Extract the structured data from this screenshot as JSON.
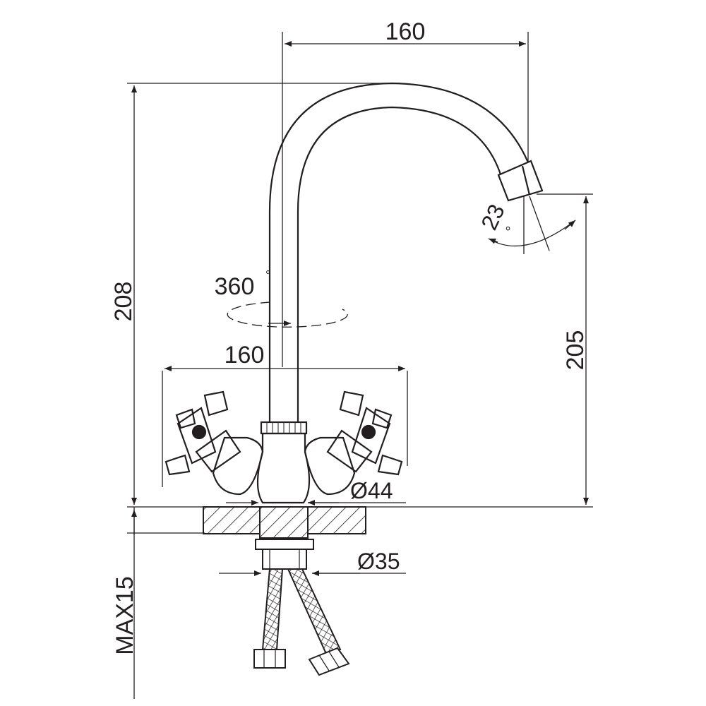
{
  "dimensions": {
    "spout_reach": "160",
    "total_height": "208",
    "spout_height": "205",
    "rotation": "360",
    "rotation_unit": "°",
    "tilt_angle": "23",
    "tilt_unit": "°",
    "handle_span": "160",
    "base_diameter": "Ø44",
    "shank_diameter": "Ø35",
    "max_counter": "MAX15"
  },
  "colors": {
    "line": "#231f20",
    "background": "#ffffff"
  }
}
